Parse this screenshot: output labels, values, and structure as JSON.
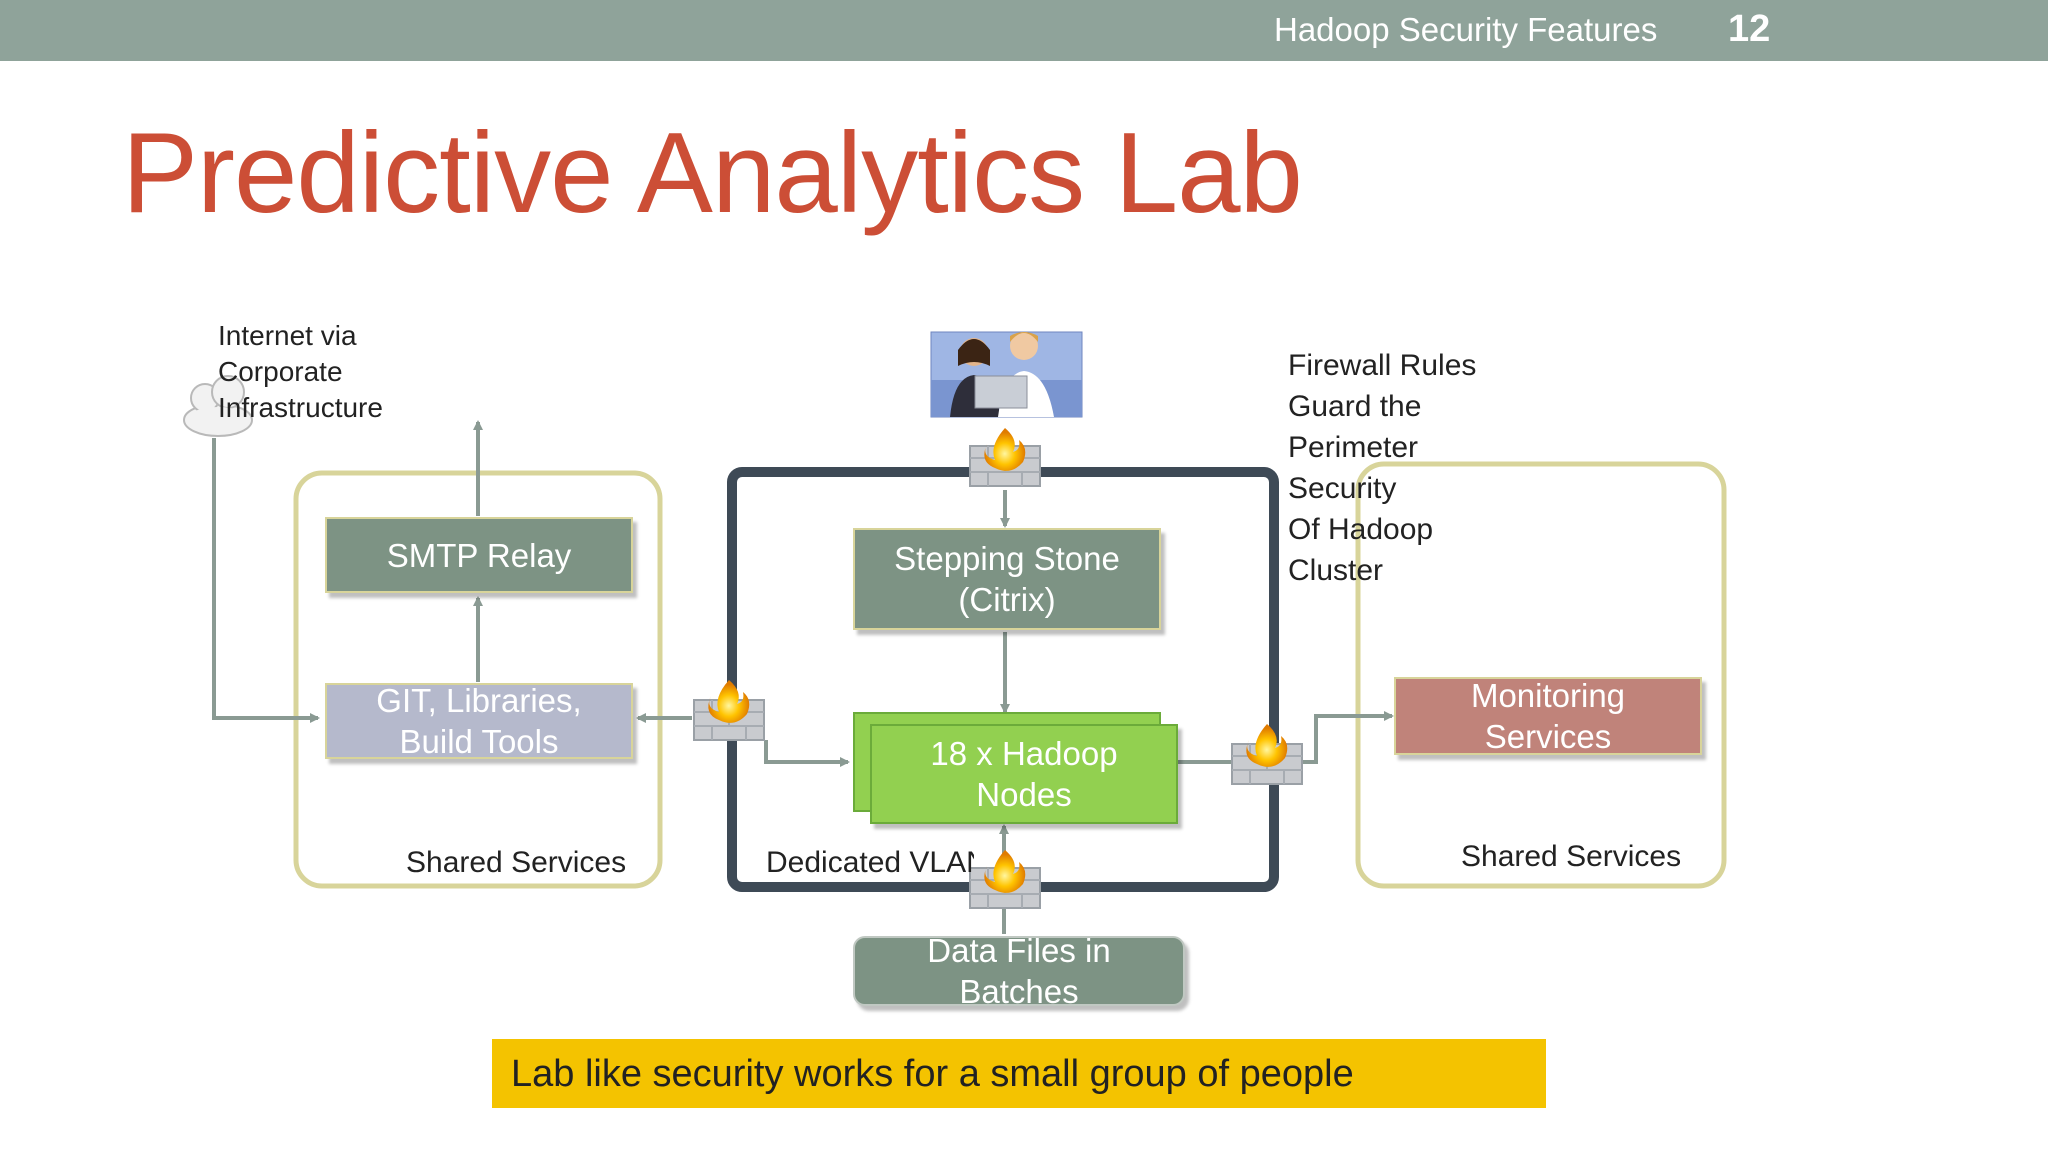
{
  "header": {
    "title": "Hadoop Security Features",
    "page_number": "12"
  },
  "slide_title": "Predictive Analytics Lab",
  "diagram": {
    "internet_label": [
      "Internet via",
      "Corporate",
      "Infrastructure"
    ],
    "firewall_note": [
      "Firewall Rules",
      "Guard the",
      "Perimeter",
      "Security",
      "Of Hadoop",
      "Cluster"
    ],
    "smtp_relay": "SMTP Relay",
    "git_tools": [
      "GIT, Libraries,",
      "Build Tools"
    ],
    "stepping_stone": [
      "Stepping Stone",
      "(Citrix)"
    ],
    "hadoop_nodes": [
      "18 x Hadoop",
      "Nodes"
    ],
    "monitoring": [
      "Monitoring",
      "Services"
    ],
    "data_files": [
      "Data Files in",
      "Batches"
    ],
    "shared_services_left": "Shared Services",
    "shared_services_right": "Shared Services",
    "dedicated_vlan": "Dedicated VLAN"
  },
  "banner": "Lab like security works for a small group of people",
  "colors": {
    "header": "#8fa39a",
    "title": "#cc4e36",
    "banner": "#f4c300",
    "hadoop": "#92d050",
    "box_gray": "#7d9384",
    "vlan_border": "#3e4a56",
    "shared_border": "#d8d49a"
  }
}
